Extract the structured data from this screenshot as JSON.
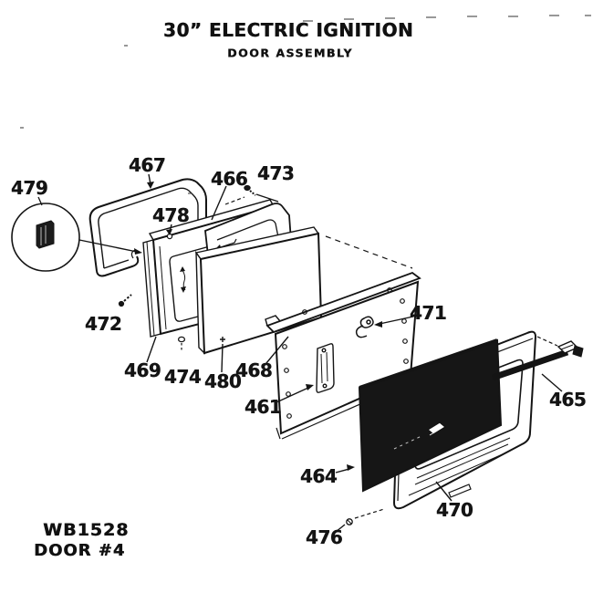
{
  "header": {
    "title": "30” ELECTRIC IGNITION",
    "subtitle": "DOOR ASSEMBLY"
  },
  "footer": {
    "catalog_number": "WB1528",
    "sheet": "DOOR #4"
  },
  "callouts": {
    "c461": "461",
    "c464": "464",
    "c465": "465",
    "c466": "466",
    "c467": "467",
    "c468": "468",
    "c469": "469",
    "c470": "470",
    "c471": "471",
    "c472": "472",
    "c473": "473",
    "c474": "474",
    "c476": "476",
    "c478": "478",
    "c479": "479",
    "c480": "480"
  },
  "colors": {
    "ink": "#141414",
    "paper": "#ffffff",
    "glass_fill": "#161616"
  }
}
